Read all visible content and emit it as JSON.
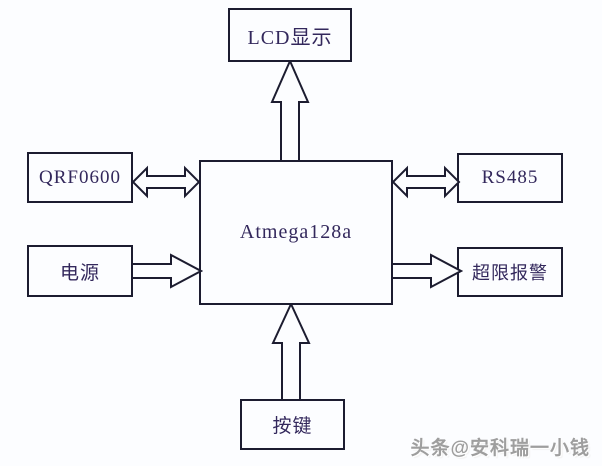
{
  "diagram": {
    "title": "MCU peripheral block diagram",
    "colors": {
      "background": "#fcfdff",
      "border": "#1c1c30",
      "label_text": "#33285c",
      "watermark_text": "#9e9e9e"
    },
    "blocks": {
      "lcd": {
        "label": "LCD显示"
      },
      "qrf": {
        "label": "QRF0600"
      },
      "mcu": {
        "label": "Atmega128a"
      },
      "rs485": {
        "label": "RS485"
      },
      "power": {
        "label": "电源"
      },
      "alarm": {
        "label": "超限报警"
      },
      "keys": {
        "label": "按键"
      }
    },
    "connections": [
      {
        "from": "mcu",
        "to": "lcd",
        "style": "single-arrow-up"
      },
      {
        "from": "qrf",
        "to": "mcu",
        "style": "double-arrow-horizontal"
      },
      {
        "from": "mcu",
        "to": "rs485",
        "style": "double-arrow-horizontal"
      },
      {
        "from": "power",
        "to": "mcu",
        "style": "single-arrow-right"
      },
      {
        "from": "mcu",
        "to": "alarm",
        "style": "single-arrow-right"
      },
      {
        "from": "keys",
        "to": "mcu",
        "style": "single-arrow-up"
      }
    ]
  },
  "watermark": {
    "text": "头条@安科瑞一小钱"
  }
}
